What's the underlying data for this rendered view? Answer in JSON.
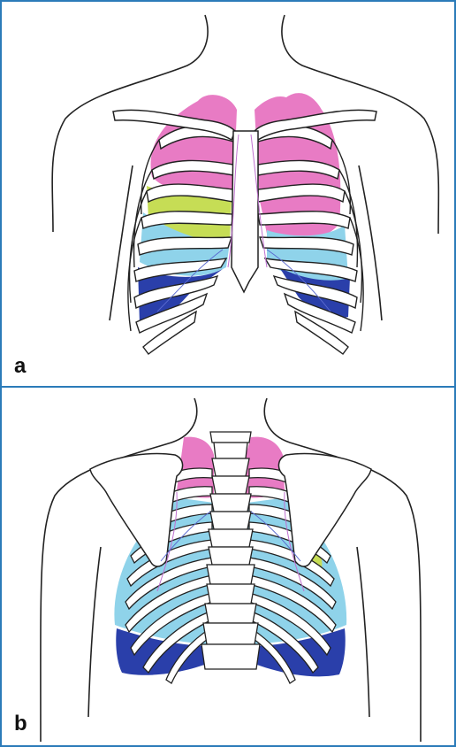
{
  "panels": [
    {
      "id": "a",
      "label": "a",
      "view": "anterior"
    },
    {
      "id": "b",
      "label": "b",
      "view": "posterior"
    }
  ],
  "colors": {
    "upper_lobe": "#e87bc4",
    "lingula_middle_lobe": "#c6dd55",
    "lower_lobe_superior": "#8fd3ea",
    "lower_lobe_basal": "#2a3faa",
    "outline": "#222222",
    "border": "#2b7bb9"
  }
}
